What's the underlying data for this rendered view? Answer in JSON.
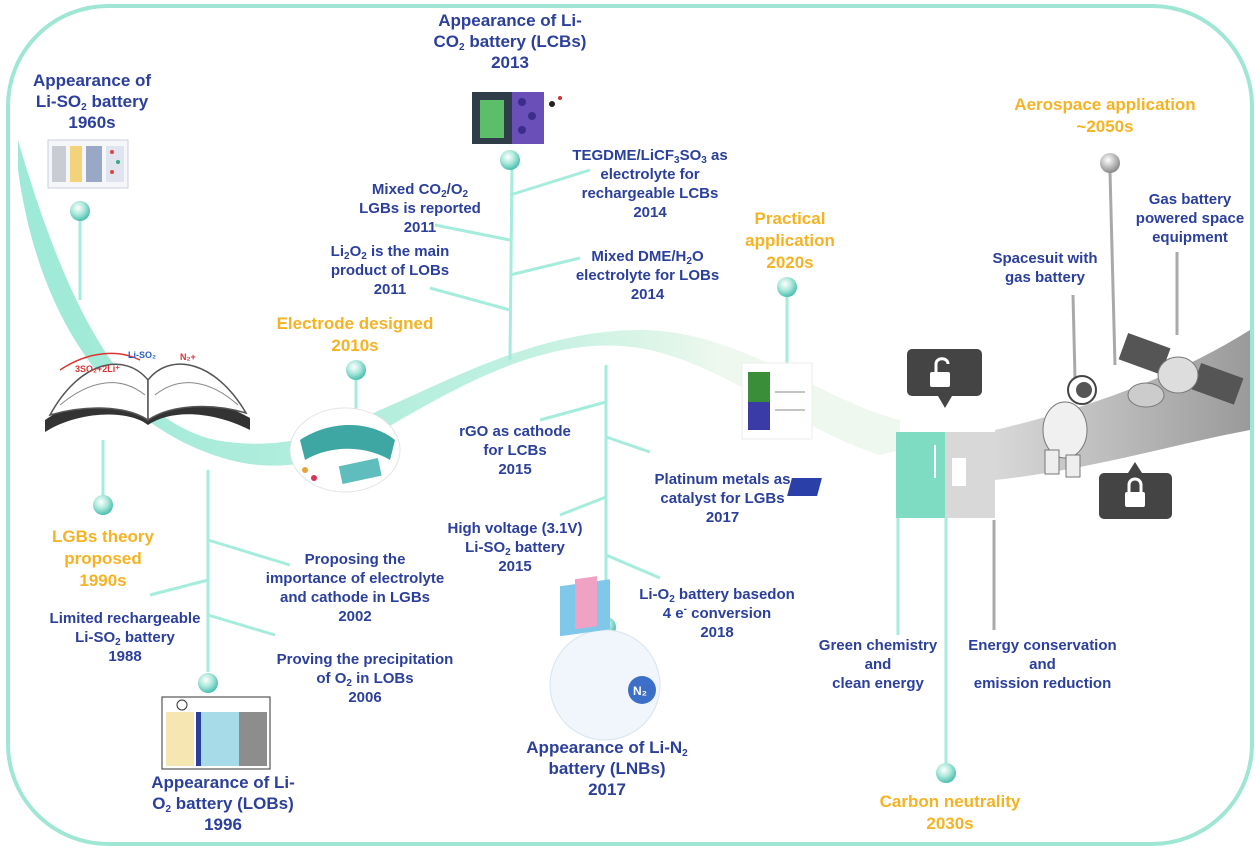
{
  "milestones": {
    "li_so2": {
      "title_a": "Appearance of",
      "title_b_pre": "Li-SO",
      "title_b_sub": "2",
      "title_b_post": " battery",
      "year": "1960s"
    },
    "li_co2": {
      "title_a": "Appearance of Li-",
      "title_b_pre": "CO",
      "title_b_sub": "2",
      "title_b_post": " battery (LCBs)",
      "year": "2013"
    },
    "aerospace": {
      "title": "Aerospace application",
      "year": "~2050s"
    },
    "practical": {
      "line1": "Practical",
      "line2": "application",
      "year": "2020s"
    },
    "electrode": {
      "title": "Electrode designed",
      "year": "2010s"
    },
    "lgb_theory": {
      "line1": "LGBs theory",
      "line2": "proposed",
      "year": "1990s"
    },
    "li_o2": {
      "title_a": "Appearance of Li-",
      "title_b_pre": "O",
      "title_b_sub": "2",
      "title_b_post": " battery (LOBs)",
      "year": "1996"
    },
    "li_n2": {
      "title_a_pre": "Appearance of Li-N",
      "title_a_sub": "2",
      "title_b": "battery (LNBs)",
      "year": "2017"
    },
    "carbon": {
      "title": "Carbon neutrality",
      "year": "2030s"
    }
  },
  "events": {
    "tegdme": {
      "l1_a": "TEGDME/LiCF",
      "l1_sub": "3",
      "l1_b": "SO",
      "l1_sub2": "3",
      "l1_c": " as",
      "l2": "electrolyte for",
      "l3": "rechargeable LCBs",
      "year": "2014"
    },
    "mixed_co2": {
      "l1_a": "Mixed CO",
      "l1_sub": "2",
      "l1_b": "/O",
      "l1_sub2": "2",
      "l2": "LGBs is reported",
      "year": "2011"
    },
    "li2o2": {
      "l1_a": "Li",
      "l1_sub": "2",
      "l1_b": "O",
      "l1_sub2": "2",
      "l1_c": " is the main",
      "l2": "product of LOBs",
      "year": "2011"
    },
    "dme": {
      "l1_a": "Mixed DME/H",
      "l1_sub": "2",
      "l1_b": "O",
      "l2": "electrolyte for LOBs",
      "year": "2014"
    },
    "rgo": {
      "l1": "rGO as cathode",
      "l2": "for LCBs",
      "year": "2015"
    },
    "platinum": {
      "l1": "Platinum metals as",
      "l2": "catalyst for LGBs",
      "year": "2017"
    },
    "high_voltage": {
      "l1": "High voltage (3.1V)",
      "l2": "Li-SO",
      "l2_sub": "2",
      "l2_b": " battery",
      "year": "2015"
    },
    "li_o2_4e": {
      "l1_a": "Li-O",
      "l1_sub": "2",
      "l1_b": " battery basedon",
      "l2_a": "4 e",
      "l2_sup": "-",
      "l2_b": " conversion",
      "year": "2018"
    },
    "proposing": {
      "l1": "Proposing the",
      "l2": "importance of electrolyte",
      "l3": "and cathode in LGBs",
      "year": "2002"
    },
    "limited": {
      "l1": "Limited rechargeable",
      "l2": "Li-SO",
      "l2_sub": "2",
      "l2_b": " battery",
      "year": "1988"
    },
    "proving": {
      "l1": "Proving the precipitation",
      "l2_a": "of O",
      "l2_sub": "2",
      "l2_b": " in LOBs",
      "year": "2006"
    },
    "spacesuit": {
      "l1": "Spacesuit with",
      "l2": "gas battery"
    },
    "gas_space": {
      "l1": "Gas battery",
      "l2": "powered space",
      "l3": "equipment"
    },
    "green": {
      "l1": "Green chemistry",
      "l2": "and",
      "l3": "clean energy"
    },
    "energy": {
      "l1": "Energy conservation",
      "l2": "and",
      "l3": "emission reduction"
    }
  },
  "icons": {
    "unlock": "unlock-icon",
    "lock": "lock-icon",
    "node": "node-marker-icon"
  },
  "colors": {
    "blue_text": "#2b3f9c",
    "orange_text": "#f5b324",
    "ribbon": "#a6ecdc",
    "border": "#9fe6d4",
    "space_grey": "#a9a9a9"
  }
}
